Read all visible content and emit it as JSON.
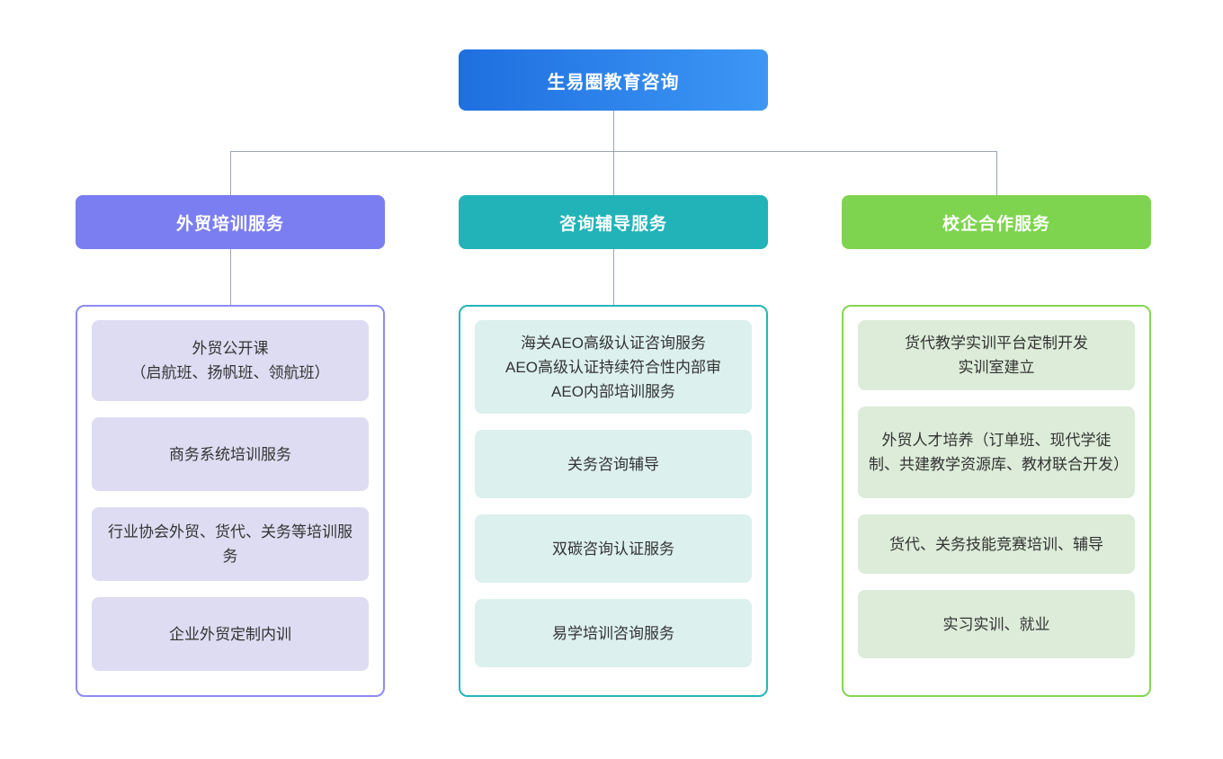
{
  "diagram": {
    "type": "organizational-tree",
    "root": {
      "label": "生易圈教育咨询",
      "color_start": "#1f6fe0",
      "color_end": "#3d97f5"
    },
    "connector_color": "#9aa5b1",
    "branches": [
      {
        "header": "外贸培训服务",
        "header_color": "#7b7ef0",
        "box_border_color": "#8b8cf2",
        "leaf_color": "#dedcf2",
        "has_connector": true,
        "items": [
          "外贸公开课\n（启航班、扬帆班、领航班）",
          "商务系统培训服务",
          "行业协会外贸、货代、关务等培训服务",
          "企业外贸定制内训"
        ]
      },
      {
        "header": "咨询辅导服务",
        "header_color": "#22b3b8",
        "box_border_color": "#25b5ba",
        "leaf_color": "#dcf0ee",
        "has_connector": true,
        "items": [
          "海关AEO高级认证咨询服务\nAEO高级认证持续符合性内部审\nAEO内部培训服务",
          "关务咨询辅导",
          "双碳咨询认证服务",
          "易学培训咨询服务"
        ]
      },
      {
        "header": "校企合作服务",
        "header_color": "#7ed44e",
        "box_border_color": "#84d653",
        "leaf_color": "#dcecd9",
        "has_connector": false,
        "items": [
          "货代教学实训平台定制开发\n实训室建立",
          "外贸人才培养（订单班、现代学徒制、共建教学资源库、教材联合开发）",
          "货代、关务技能竞赛培训、辅导",
          "实习实训、就业"
        ]
      }
    ]
  }
}
